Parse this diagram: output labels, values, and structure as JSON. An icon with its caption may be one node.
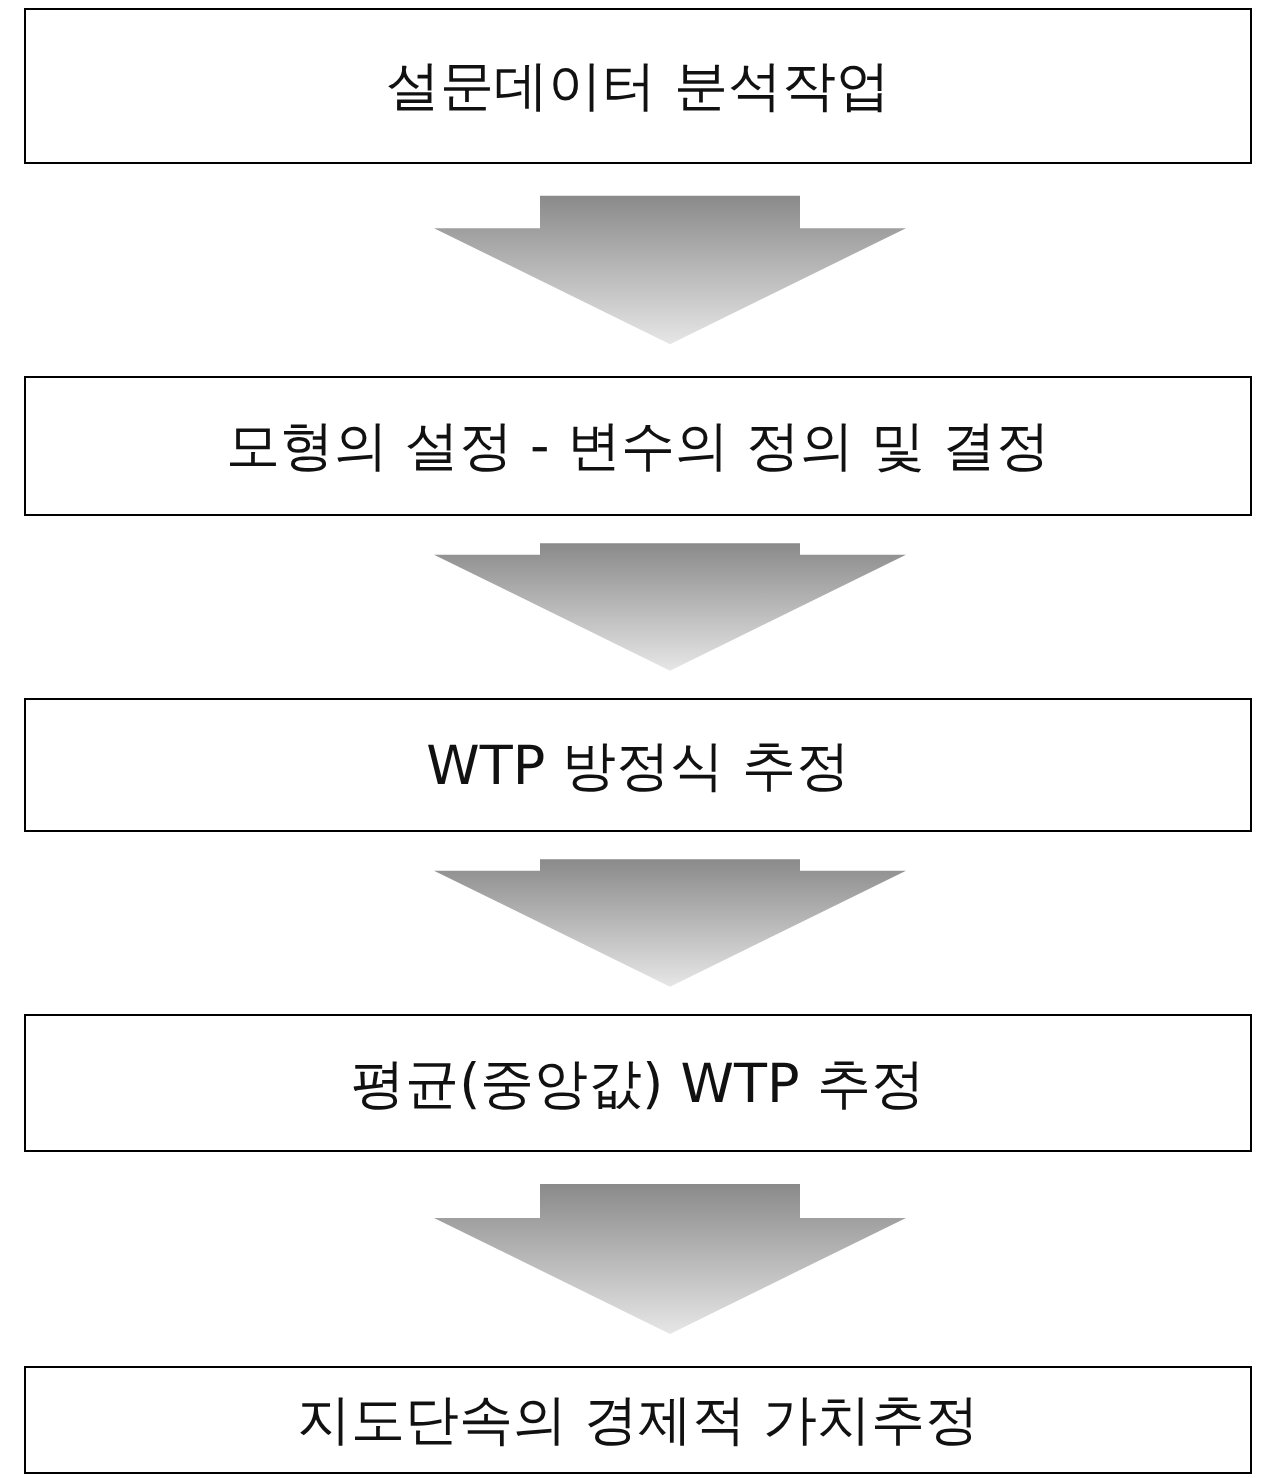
{
  "diagram": {
    "nodes": [
      {
        "text": [
          "설문데이터 분석작업"
        ]
      },
      {
        "text": [
          "모형의 설정 - 변수의 정의 및 결정"
        ]
      },
      {
        "text": [
          "WTP 방정식 추정"
        ]
      },
      {
        "text": [
          "평균(중앙값) WTP 추정"
        ]
      },
      {
        "text": [
          "지도단속의 경제적 가치추정"
        ]
      }
    ],
    "edges": [
      {
        "from": 0,
        "to": 1,
        "arrow": "to"
      },
      {
        "from": 1,
        "to": 2,
        "arrow": "to"
      },
      {
        "from": 2,
        "to": 3,
        "arrow": "to"
      },
      {
        "from": 3,
        "to": 4,
        "arrow": "to"
      }
    ]
  }
}
